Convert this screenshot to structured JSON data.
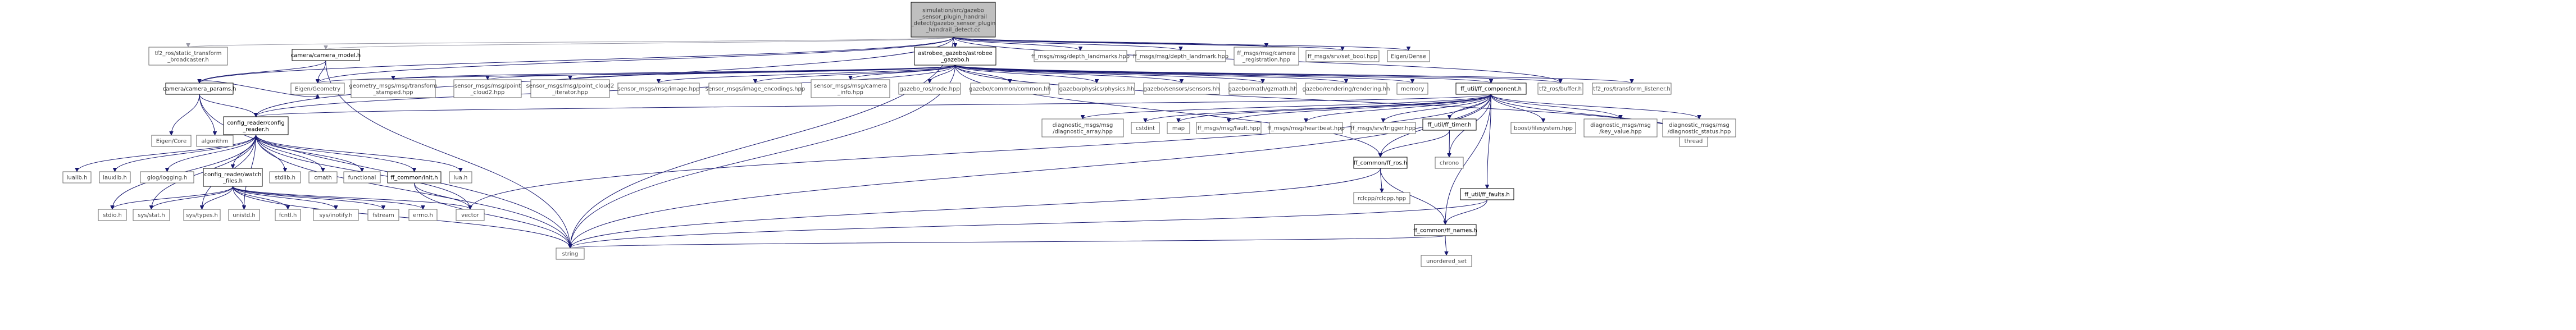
{
  "diagram": {
    "nodes": {
      "root": "simulation/src/gazebo_sensor_plugin_handrail_detect/gazebo_sensor_plugin_handrail_detect.cc",
      "tf2_static": "tf2_ros/static_transform_broadcaster.h",
      "camera_model": "camera/camera_model.h",
      "camera_params": "camera/camera_params.h",
      "eigen_core": "Eigen/Core",
      "algorithm": "algorithm",
      "eigen_geometry": "Eigen/Geometry",
      "astrobee_gazebo": "astrobee_gazebo/astrobee_gazebo.h",
      "geometry_msgs": "geometry_msgs/msg/transform_stamped.hpp",
      "sensor_pointcloud2": "sensor_msgs/msg/point_cloud2.hpp",
      "sensor_pc2_iter": "sensor_msgs/msg/point_cloud2_iterator.hpp",
      "sensor_image": "sensor_msgs/msg/image.hpp",
      "sensor_img_enc": "sensor_msgs/image_encodings.hpp",
      "sensor_camera_info": "sensor_msgs/msg/camera_info.hpp",
      "gazebo_ros_node": "gazebo_ros/node.hpp",
      "gazebo_common": "gazebo/common/common.hh",
      "gazebo_physics": "gazebo/physics/physics.hh",
      "gazebo_sensors": "gazebo/sensors/sensors.hh",
      "gazebo_math": "gazebo/math/gzmath.hh",
      "gazebo_rendering": "gazebo/rendering/rendering.hh",
      "memory": "memory",
      "ff_component": "ff_util/ff_component.h",
      "tf2_buffer": "tf2_ros/buffer.h",
      "tf2_listener": "tf2_ros/transform_listener.h",
      "thread": "thread",
      "ff_depth_landmarks": "ff_msgs/msg/depth_landmarks.hpp",
      "ff_depth_landmark": "ff_msgs/msg/depth_landmark.hpp",
      "ff_camera_reg": "ff_msgs/msg/camera_registration.hpp",
      "ff_set_bool": "ff_msgs/srv/set_bool.hpp",
      "eigen_dense": "Eigen/Dense",
      "config_reader": "config_reader/config_reader.h",
      "lualib": "lualib.h",
      "lauxlib": "lauxlib.h",
      "glog": "glog/logging.h",
      "watch_files": "config_reader/watch_files.h",
      "stdlib": "stdlib.h",
      "cmath": "cmath",
      "functional": "functional",
      "ff_init": "ff_common/init.h",
      "lua": "lua.h",
      "stdio": "stdio.h",
      "sys_stat": "sys/stat.h",
      "sys_types": "sys/types.h",
      "unistd": "unistd.h",
      "fcntl": "fcntl.h",
      "sys_inotify": "sys/inotify.h",
      "fstream": "fstream",
      "errno": "errno.h",
      "vector": "vector",
      "string": "string",
      "diag_array": "diagnostic_msgs/msg/diagnostic_array.hpp",
      "cstdint": "cstdint",
      "map": "map",
      "ff_fault": "ff_msgs/msg/fault.hpp",
      "ff_heartbeat": "ff_msgs/msg/heartbeat.hpp",
      "ff_trigger": "ff_msgs/srv/trigger.hpp",
      "ff_timer": "ff_util/ff_timer.h",
      "boost_fs": "boost/filesystem.hpp",
      "diag_kv": "diagnostic_msgs/msg/key_value.hpp",
      "diag_status": "diagnostic_msgs/msg/diagnostic_status.hpp",
      "ff_ros": "ff_common/ff_ros.h",
      "chrono": "chrono",
      "ff_faults": "ff_util/ff_faults.h",
      "rclcpp": "rclcpp/rclcpp.hpp",
      "ff_names": "ff_common/ff_names.h",
      "unordered_set": "unordered_set"
    }
  }
}
